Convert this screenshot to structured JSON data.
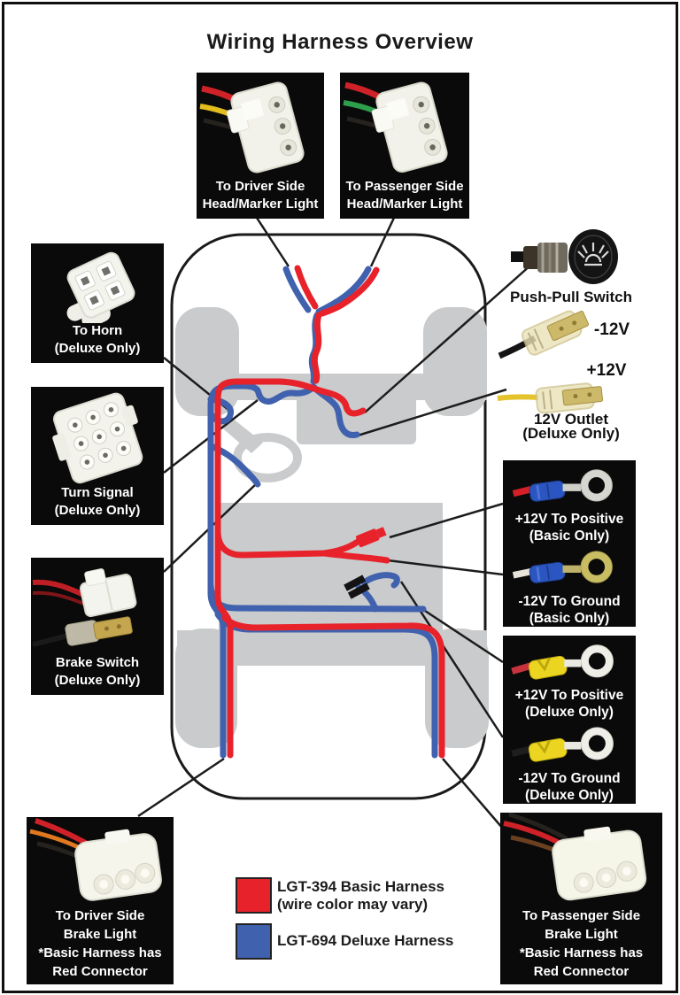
{
  "title": "Wiring Harness Overview",
  "colors": {
    "basic_red": "#e8222a",
    "deluxe_blue": "#4061ae",
    "chassis_gray": "#c9cbcc",
    "callout_box_bg": "#0a0a0a"
  },
  "callouts": {
    "driver_head": {
      "lines": [
        "To Driver Side",
        "Head/Marker Light"
      ]
    },
    "passenger_head": {
      "lines": [
        "To Passenger Side",
        "Head/Marker Light"
      ]
    },
    "horn": {
      "lines": [
        "To Horn",
        "(Deluxe Only)"
      ]
    },
    "turn_signal": {
      "lines": [
        "Turn Signal",
        "(Deluxe Only)"
      ]
    },
    "brake_switch": {
      "lines": [
        "Brake Switch",
        "(Deluxe Only)"
      ]
    },
    "push_pull": {
      "label": "Push-Pull Switch"
    },
    "outlet_neg": {
      "label": "-12V"
    },
    "outlet_pos": {
      "label": "+12V"
    },
    "outlet": {
      "lines": [
        "12V Outlet",
        "(Deluxe Only)"
      ]
    },
    "basic_pos": {
      "lines": [
        "+12V To Positive",
        "(Basic Only)"
      ]
    },
    "basic_neg": {
      "lines": [
        "-12V To Ground",
        "(Basic Only)"
      ]
    },
    "deluxe_pos": {
      "lines": [
        "+12V To Positive",
        "(Deluxe Only)"
      ]
    },
    "deluxe_neg": {
      "lines": [
        "-12V To Ground",
        "(Deluxe Only)"
      ]
    },
    "driver_brake": {
      "lines": [
        "To Driver Side",
        "Brake Light",
        "*Basic Harness has",
        "Red Connector"
      ]
    },
    "passenger_brake": {
      "lines": [
        "To Passenger Side",
        "Brake Light",
        "*Basic Harness has",
        "Red Connector"
      ]
    }
  },
  "legend": {
    "basic": {
      "label": "LGT-394 Basic Harness",
      "note": "(wire color may vary)",
      "swatch": "#e8222a"
    },
    "deluxe": {
      "label": "LGT-694 Deluxe Harness",
      "swatch": "#4061ae"
    }
  }
}
